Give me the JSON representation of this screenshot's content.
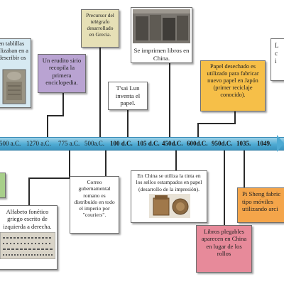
{
  "timeline": {
    "ticks": [
      "500 a.C.",
      "1270 a.C.",
      "775 a.C.",
      "500a.C.",
      "100 d.C.",
      "105 d.C.",
      "450d.C.",
      "600d.C.",
      "950d.C.",
      "1035.",
      "1049."
    ]
  },
  "events": {
    "tablets": "en tablillas ilizaban en a describir os",
    "scholar": "Un erudito sirio recopila la primera enciclopedia.",
    "telegraph": "Precursor del telégrafo desarrollado en Grecia.",
    "china_books": "Se imprimen libros en China.",
    "tsai_lun": "T'sai Lun inventa el papel.",
    "japan_paper": "Papel desechado es utilizado para fabricar nuevo papel en Japón (primer reciclaje conocido).",
    "right_edge": "L c i",
    "alphabet": "Alfabeto fonético griego escrito de izquierda a derecha.",
    "mail": "Correo gubernamental romano es distribuido en todo el imperio por \"couriers\".",
    "ink": "En China se utiliza la tinta en los sellos estampados en papel (desarrollo de la impresión).",
    "folding_books": "Libros plegables aparecen en China en lugar de los rollos",
    "pi_sheng": "Pi Sheng fabric tipo móviles utilizando arci"
  },
  "colors": {
    "axis": "#4eaad3",
    "tablets_box": "#d6e9f2",
    "scholar_box": "#b9a3d2",
    "telegraph_box": "#e6e0b6",
    "japan_box": "#f6bf48",
    "pi_sheng_box": "#f4a54a",
    "folding_box": "#e78a9a",
    "green_box": "#a8cf8a"
  }
}
